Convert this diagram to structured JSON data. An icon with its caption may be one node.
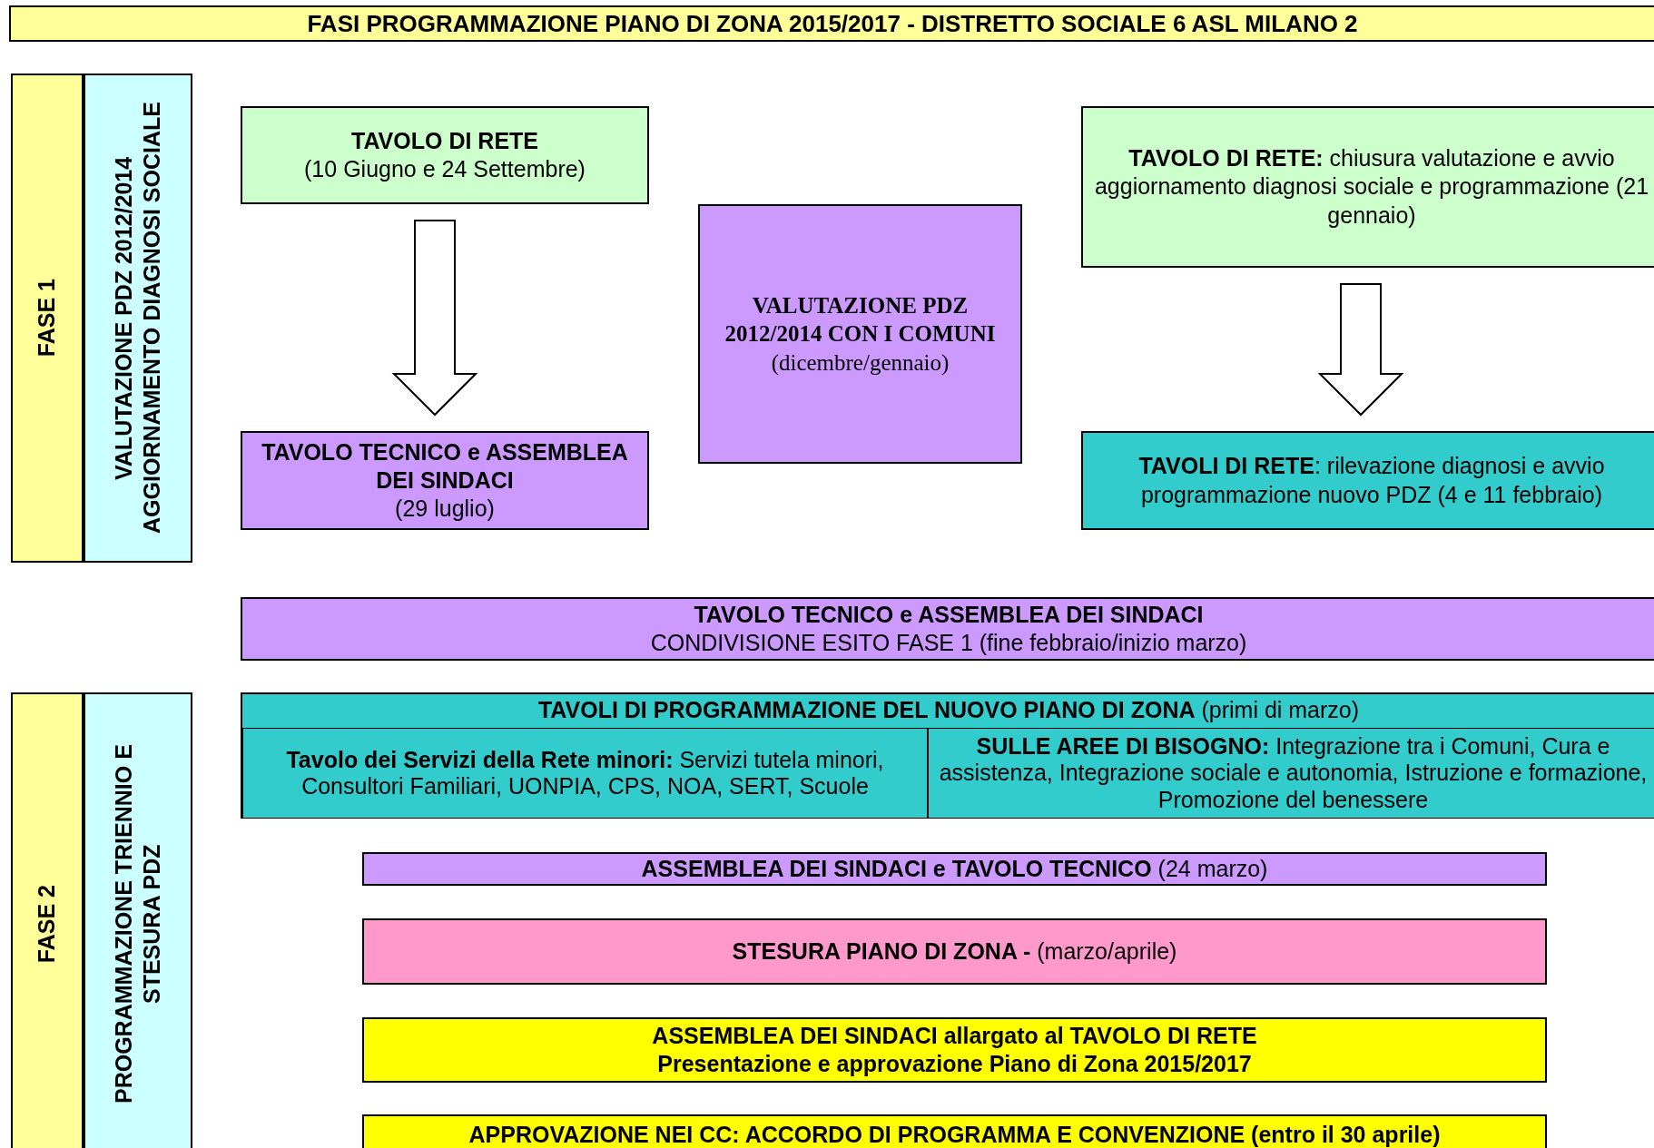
{
  "diagram": {
    "title": "FASI PROGRAMMAZIONE PIANO DI ZONA 2015/2017 - DISTRETTO SOCIALE 6  ASL MILANO 2",
    "nodes": [
      {
        "text": [
          "FASE 1"
        ]
      },
      {
        "text": [
          "VALUTAZIONE PDZ 2012/2014 AGGIORNAMENTO DIAGNOSI SOCIALE"
        ]
      },
      {
        "text": [
          "TAVOLO DI RETE",
          "(10 Giugno e 24 Settembre)"
        ]
      },
      {
        "text": [
          "TAVOLO TECNICO e ASSEMBLEA DEI SINDACI",
          "(29 luglio)"
        ]
      },
      {
        "text": [
          "VALUTAZIONE PDZ 2012/2014 CON I COMUNI",
          "(dicembre/gennaio)"
        ]
      },
      {
        "text": [
          "**TAVOLO DI RETE:** chiusura valutazione e avvio aggiornamento diagnosi sociale e programmazione  (21 gennaio)"
        ]
      },
      {
        "text": [
          "**TAVOLI DI RETE**: rilevazione diagnosi e avvio programmazione nuovo PDZ  (4 e 11 febbraio)"
        ]
      },
      {
        "text": [
          "TAVOLO TECNICO e ASSEMBLEA DEI SINDACI",
          "CONDIVISIONE ESITO FASE 1 (fine febbraio/inizio marzo)"
        ]
      },
      {
        "text": [
          "FASE 2"
        ]
      },
      {
        "text": [
          "PROGRAMMAZIONE TRIENNIO E STESURA PDZ"
        ]
      },
      {
        "text": [
          "**TAVOLI DI PROGRAMMAZIONE DEL NUOVO PIANO DI ZONA** (primi di marzo)"
        ]
      },
      {
        "text": [
          "**Tavolo dei Servizi della Rete minori:** Servizi tutela minori, Consultori Familiari, UONPIA, CPS, NOA, SERT, Scuole"
        ],
        "in": 10
      },
      {
        "text": [
          "**SULLE AREE DI BISOGNO:** Integrazione tra i Comuni, Cura e assistenza, Integrazione sociale e autonomia, Istruzione e formazione, Promozione del benessere"
        ],
        "in": 10
      },
      {
        "text": [
          "**ASSEMBLEA DEI SINDACI e TAVOLO TECNICO** (24 marzo)"
        ]
      },
      {
        "text": [
          "**STESURA PIANO DI ZONA -** (marzo/aprile)"
        ]
      },
      {
        "text": [
          "ASSEMBLEA DEI SINDACI allargato al TAVOLO DI RETE",
          "Presentazione e approvazione Piano di Zona 2015/2017"
        ]
      },
      {
        "text": [
          "**APPROVAZIONE NEI CC: ACCORDO DI PROGRAMMA E CONVENZIONE (entro il 30 aprile)**"
        ]
      }
    ],
    "edges": [
      {
        "from": 2,
        "to": 3,
        "arrow": "to"
      },
      {
        "from": 5,
        "to": 6,
        "arrow": "to"
      }
    ]
  }
}
